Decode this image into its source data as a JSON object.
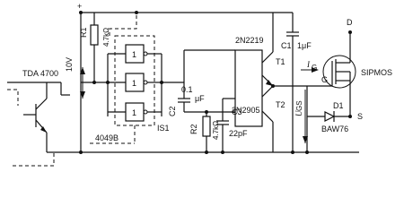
{
  "labels": {
    "tda": "TDA 4700",
    "v10": "10V",
    "plus": "+",
    "r1_name": "R1",
    "r1_val": "4.7kΩ",
    "gate1": "1",
    "gate2": "1",
    "gate3": "1",
    "cd4049": "4049B",
    "is1": "IS1",
    "c2_val": "0.1",
    "c2_unit": "μF",
    "c2_name": "C2",
    "r2_name": "R2",
    "r2_val": "4.7kΩ",
    "c3_name": "C3",
    "c3_val": "22pF",
    "t1_part": "2N2219",
    "t1_name": "T1",
    "t2_part": "2N2905",
    "t2_name": "T2",
    "c1": "C1",
    "c1_val": "1μF",
    "ig": "I",
    "ig_sub": "G",
    "g": "G",
    "ugs": "U",
    "ugs_sub": "GS",
    "d1": "D1",
    "baw76": "BAW76",
    "sipmos": "SIPMOS",
    "d": "D",
    "s": "S"
  }
}
